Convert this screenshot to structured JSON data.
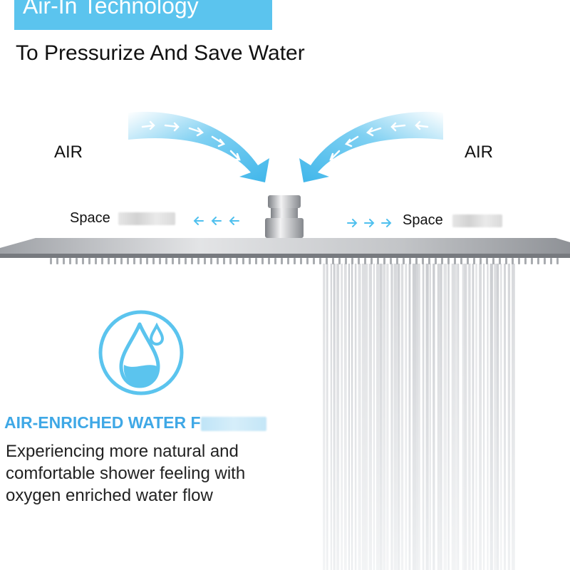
{
  "banner": {
    "title": "Air-In Technology"
  },
  "subtitle": "To Pressurize And Save Water",
  "labels": {
    "air_left": "AIR",
    "air_right": "AIR",
    "space_left": "Space",
    "space_right": "Space"
  },
  "feature": {
    "heading": "AIR-ENRICHED WATER F",
    "description_lines": [
      "Experiencing more natural and",
      "comfortable shower feeling with",
      "oxygen enriched water flow"
    ]
  },
  "colors": {
    "accent": "#5bc4ee",
    "heading": "#3fa8e6",
    "arrow": "#4fc0ee",
    "steel": "#b9bcc0"
  },
  "icons": [
    "water-drop-icon",
    "air-flow-arrow-icon",
    "space-arrow-icon",
    "shower-head-icon"
  ]
}
